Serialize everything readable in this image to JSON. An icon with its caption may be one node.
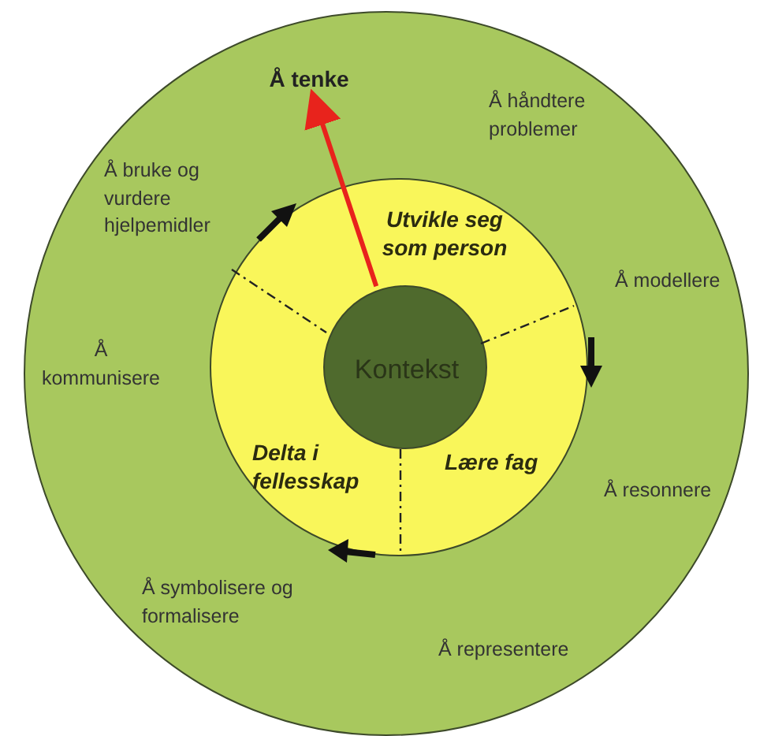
{
  "diagram": {
    "nodes": [
      {
        "text": [],
        "shape": "circle"
      },
      {
        "text": [
          "Utvikle seg som person",
          "Delta i fellesskap",
          "Lære fag"
        ],
        "in": 0
      },
      {
        "text": [
          "Kontekst"
        ],
        "in": 1
      },
      {
        "text": [
          "Å tenke"
        ],
        "in": 0
      }
    ],
    "edges": [
      {
        "from": 2,
        "to": 3,
        "arrow": "to",
        "color": "#e8231c"
      }
    ],
    "labels": [
      "Å håndtere problemer",
      "Å bruke og vurdere hjelpemidler",
      "Å modellere",
      "Å kommunisere",
      "Å resonnere",
      "Å symbolisere og formalisere",
      "Å representere"
    ]
  }
}
